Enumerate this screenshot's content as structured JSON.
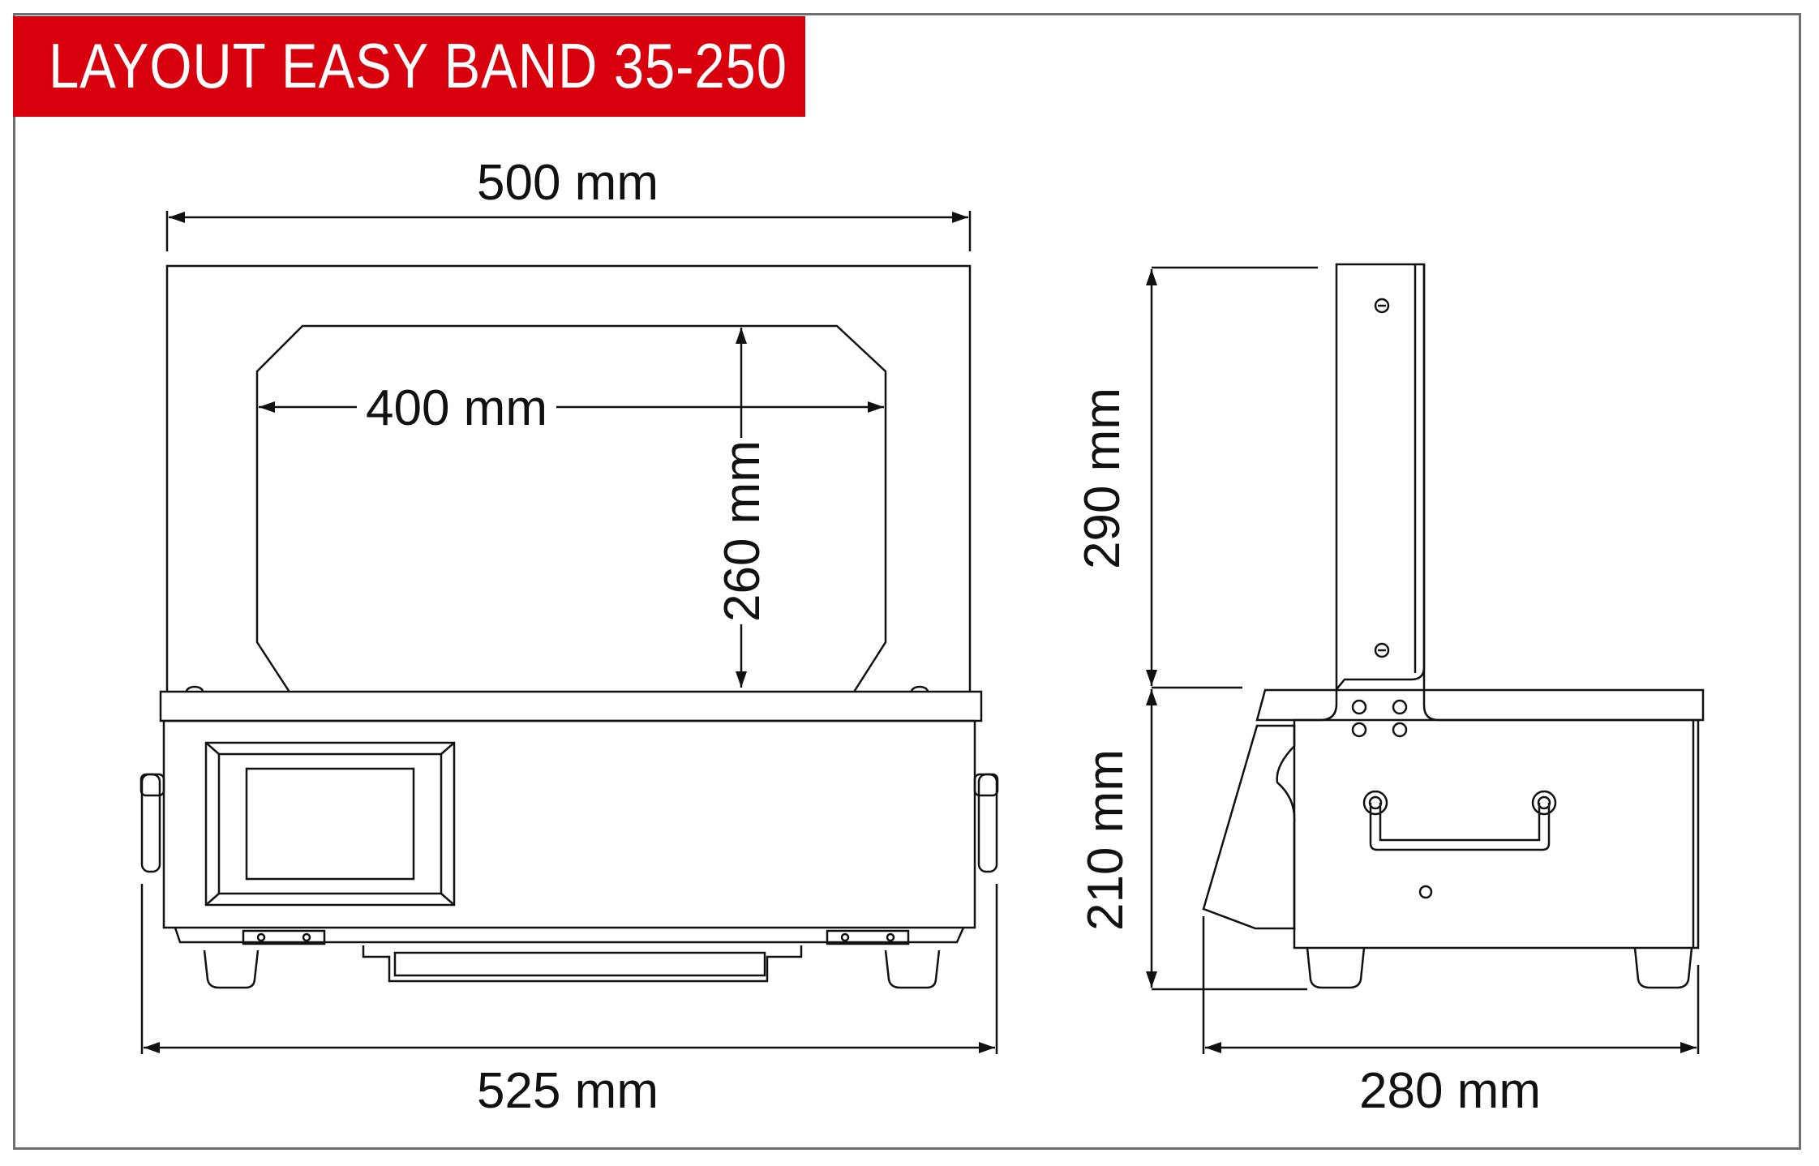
{
  "title": "LAYOUT EASY BAND 35-250",
  "colors": {
    "banner": "#d9000d",
    "banner_text": "#ffffff",
    "line": "#111111",
    "frame": "#6f6f6f"
  },
  "dimensions": {
    "top_width": "500 mm",
    "arch_width": "400 mm",
    "arch_height": "260 mm",
    "side_upper_height": "290 mm",
    "side_lower_height": "210 mm",
    "base_width": "525 mm",
    "depth": "280 mm"
  }
}
